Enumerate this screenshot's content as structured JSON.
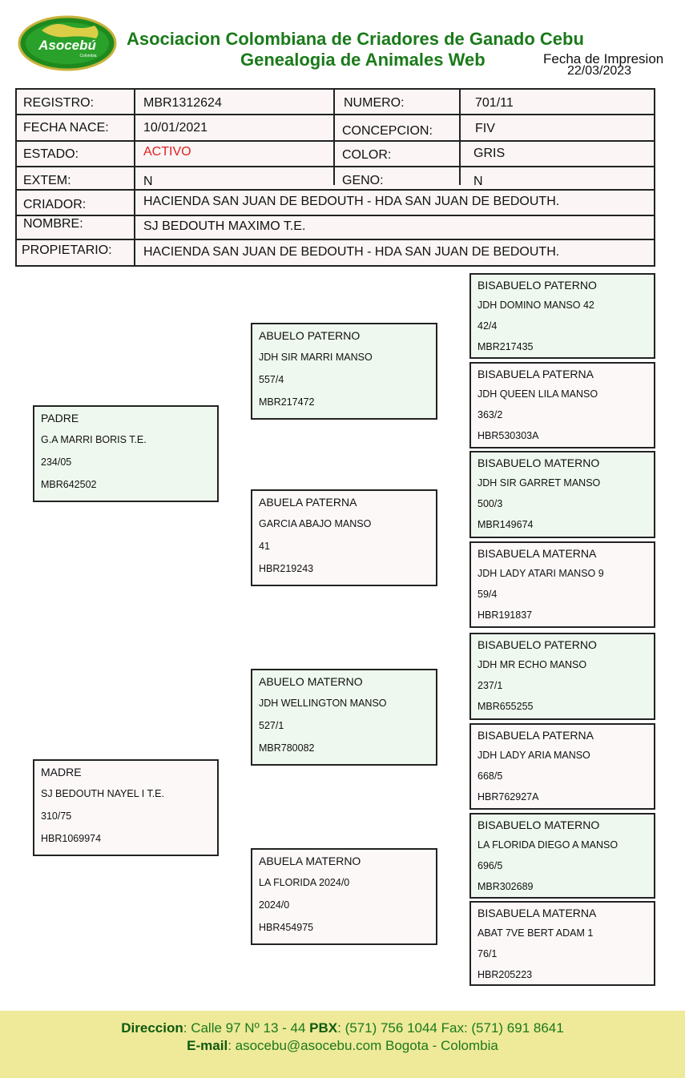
{
  "header": {
    "logo_text": "Asocebú",
    "logo_subtext": "Colombia",
    "title": "Asociacion Colombiana de Criadores de Ganado Cebu",
    "subtitle": "Genealogia de Animales Web",
    "print_label": "Fecha de Impresion",
    "print_date": "22/03/2023"
  },
  "info": {
    "registro_label": "REGISTRO:",
    "registro": "MBR1312624",
    "numero_label": "NUMERO:",
    "numero": "701/11",
    "fecha_label": "FECHA NACE:",
    "fecha": "10/01/2021",
    "concepcion_label": "CONCEPCION:",
    "concepcion": "FIV",
    "estado_label": "ESTADO:",
    "estado": "ACTIVO",
    "color_label": "COLOR:",
    "color": "GRIS",
    "extem_label": "EXTEM:",
    "extem": "N",
    "geno_label": "GENO:",
    "geno": "N",
    "criador_label": "CRIADOR:",
    "criador": "HACIENDA SAN JUAN DE BEDOUTH - HDA SAN JUAN DE BEDOUTH.",
    "nombre_label": "NOMBRE:",
    "nombre": "SJ BEDOUTH MAXIMO  T.E.",
    "propietario_label": "PROPIETARIO:",
    "propietario": "HACIENDA SAN JUAN DE BEDOUTH - HDA SAN JUAN DE BEDOUTH."
  },
  "pedigree": {
    "padre": {
      "role": "PADRE",
      "name": "G.A MARRI BORIS T.E.",
      "num": "234/05",
      "reg": "MBR642502"
    },
    "madre": {
      "role": "MADRE",
      "name": "SJ BEDOUTH NAYEL I T.E.",
      "num": "310/75",
      "reg": "HBR1069974"
    },
    "abuelo_paterno": {
      "role": "ABUELO PATERNO",
      "name": "JDH SIR MARRI MANSO",
      "num": "557/4",
      "reg": "MBR217472"
    },
    "abuela_paterna": {
      "role": "ABUELA PATERNA",
      "name": "GARCIA ABAJO MANSO",
      "num": "41",
      "reg": "HBR219243"
    },
    "abuelo_materno": {
      "role": "ABUELO MATERNO",
      "name": "JDH WELLINGTON MANSO",
      "num": "527/1",
      "reg": "MBR780082"
    },
    "abuela_materna": {
      "role": "ABUELA MATERNO",
      "name": "LA FLORIDA 2024/0",
      "num": "2024/0",
      "reg": "HBR454975"
    },
    "bis1": {
      "role": "BISABUELO PATERNO",
      "name": "JDH DOMINO MANSO 42",
      "num": "42/4",
      "reg": "MBR217435"
    },
    "bis2": {
      "role": "BISABUELA PATERNA",
      "name": "JDH QUEEN LILA MANSO",
      "num": "363/2",
      "reg": "HBR530303A"
    },
    "bis3": {
      "role": "BISABUELO MATERNO",
      "name": "JDH SIR GARRET MANSO",
      "num": "500/3",
      "reg": "MBR149674"
    },
    "bis4": {
      "role": "BISABUELA MATERNA",
      "name": "JDH LADY ATARI MANSO 9",
      "num": "59/4",
      "reg": "HBR191837"
    },
    "bis5": {
      "role": "BISABUELO PATERNO",
      "name": "JDH MR ECHO MANSO",
      "num": "237/1",
      "reg": "MBR655255"
    },
    "bis6": {
      "role": "BISABUELA PATERNA",
      "name": "JDH LADY ARIA MANSO",
      "num": "668/5",
      "reg": "HBR762927A"
    },
    "bis7": {
      "role": "BISABUELO MATERNO",
      "name": "LA FLORIDA DIEGO A MANSO",
      "num": "696/5",
      "reg": "MBR302689"
    },
    "bis8": {
      "role": "BISABUELA MATERNA",
      "name": "ABAT 7VE BERT ADAM 1",
      "num": "76/1",
      "reg": "HBR205223"
    }
  },
  "footer": {
    "dir_label": "Direccion",
    "dir_value": ": Calle 97 Nº 13 - 44 ",
    "pbx_label": "PBX",
    "pbx_value": ": (571) 756 1044 Fax: (571) 691 8641",
    "email_label": "E-mail",
    "email_value": ": asocebu@asocebu.com Bogota - Colombia"
  },
  "colors": {
    "title_green": "#1a7a1a",
    "box_green": "#eef8ee",
    "box_pink": "#fcf8f8",
    "footer_bg": "#efe99a",
    "active_red": "#e02020"
  }
}
